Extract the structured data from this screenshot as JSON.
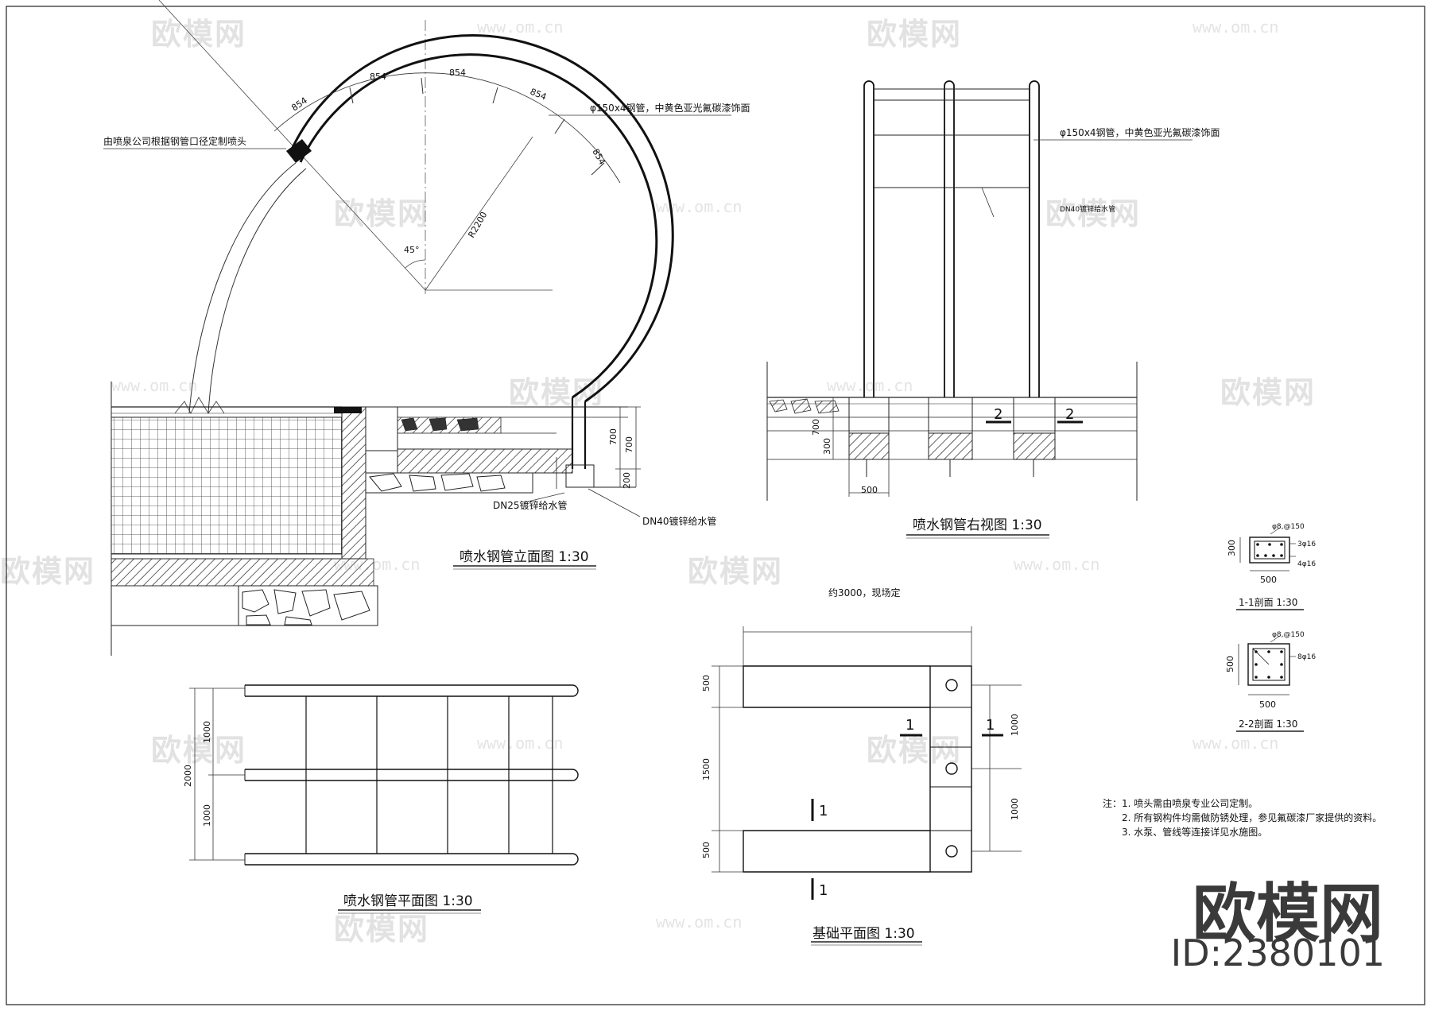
{
  "watermark": {
    "logo": "欧模网",
    "url": "www.om.cn"
  },
  "brand": {
    "name": "欧模网",
    "id": "ID:2380101"
  },
  "elevation": {
    "title": "喷水钢管立面图 1:30",
    "label_nozzle": "由喷泉公司根据钢管口径定制喷头",
    "label_pipe": "φ150x4钢管，中黄色亚光氟碳漆饰面",
    "label_dn25": "DN25镀锌给水管",
    "label_dn40": "DN40镀锌给水管",
    "dim_arc": "854",
    "dim_radius": "R2200",
    "dim_angle": "45°",
    "dim_700": "700",
    "dim_200": "200"
  },
  "right_view": {
    "title": "喷水钢管右视图 1:30",
    "label_pipe": "φ150x4钢管，中黄色亚光氟碳漆饰面",
    "label_dn40": "DN40镀锌给水管",
    "dim_700": "700",
    "dim_300": "300",
    "dim_500": "500",
    "section_mark": "2"
  },
  "plan": {
    "title": "喷水钢管平面图 1:30",
    "dim_2000": "2000",
    "dim_1000": "1000"
  },
  "foundation": {
    "title": "基础平面图 1:30",
    "label_length": "约3000，现场定",
    "dim_500": "500",
    "dim_1500": "1500",
    "dim_1000": "1000",
    "section_mark": "1"
  },
  "section_1": {
    "title": "1-1剖面 1:30",
    "dim_300": "300",
    "dim_500": "500",
    "rebar_a": "φ8,@150",
    "rebar_b": "3φ16",
    "rebar_c": "4φ16"
  },
  "section_2": {
    "title": "2-2剖面 1:30",
    "dim_500": "500",
    "rebar_a": "φ8,@150",
    "rebar_b": "8φ16"
  },
  "notes": {
    "line1": "注：1. 喷头需由喷泉专业公司定制。",
    "line2": "2. 所有钢构件均需做防锈处理，参见氟碳漆厂家提供的资料。",
    "line3": "3. 水泵、管线等连接详见水施图。"
  }
}
